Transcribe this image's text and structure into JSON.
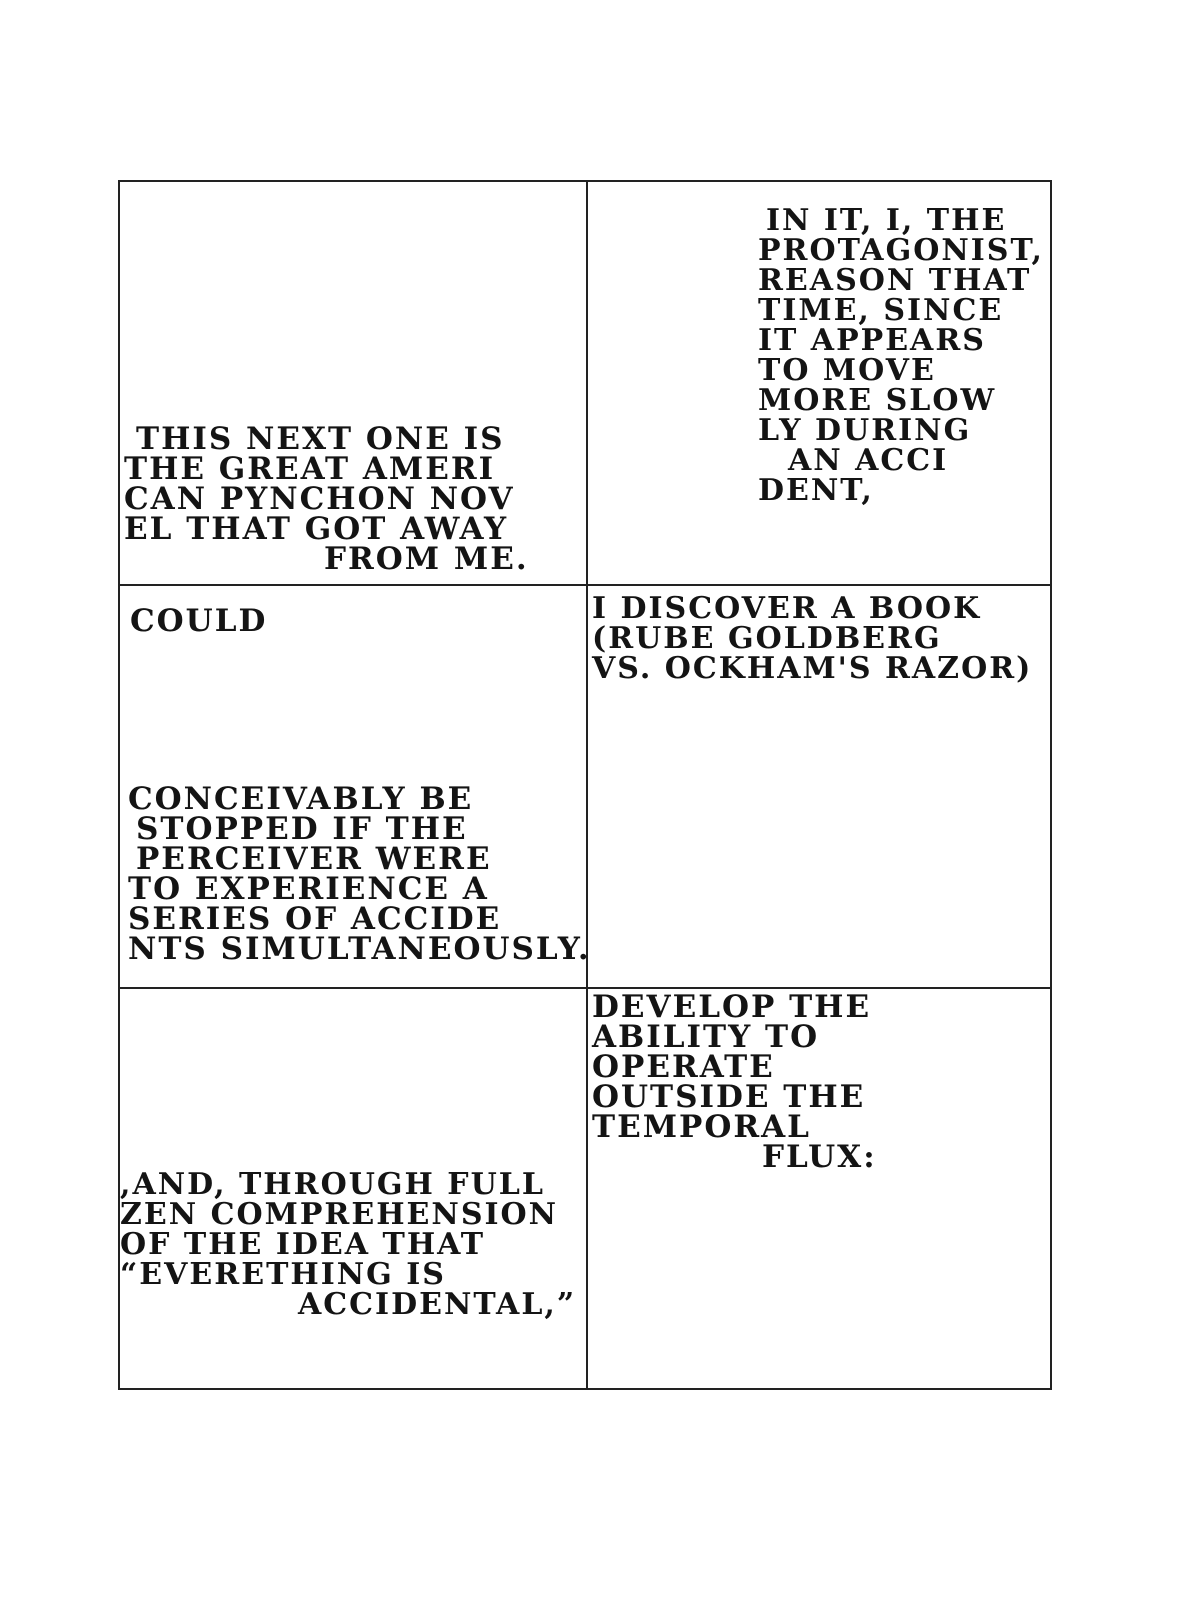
{
  "panels": [
    {
      "id": "p1",
      "lines": [
        "THIS NEXT ONE IS",
        "THE GREAT AMERI",
        "CAN PYNCHON NOV",
        "EL THAT GOT AWAY",
        "FROM ME."
      ]
    },
    {
      "id": "p2",
      "lines": [
        "IN IT, I, THE",
        "PROTAGONIST,",
        "REASON THAT",
        "TIME, SINCE",
        "IT APPEARS",
        "TO MOVE",
        "MORE SLOW",
        "LY DURING",
        "AN ACCI",
        "DENT,"
      ]
    },
    {
      "id": "p3",
      "lines": [
        "COULD"
      ]
    },
    {
      "id": "p4",
      "lines": [
        "I DISCOVER A BOOK",
        "(RUBE GOLDBERG",
        "VS. OCKHAM'S RAZOR)"
      ]
    },
    {
      "id": "p5",
      "lines": [
        "CONCEIVABLY BE",
        "STOPPED IF THE",
        "PERCEIVER WERE",
        "TO EXPERIENCE A",
        "SERIES OF ACCIDE",
        "NTS SIMULTANEOUSLY."
      ]
    },
    {
      "id": "p6",
      "lines": [
        "DEVELOP THE",
        "ABILITY TO",
        "OPERATE",
        "OUTSIDE THE",
        "TEMPORAL",
        "FLUX:"
      ]
    },
    {
      "id": "p7",
      "lines": [
        ",AND, THROUGH FULL",
        "ZEN COMPREHENSION",
        "OF THE IDEA THAT",
        "“EVERETHING IS",
        "ACCIDENTAL,”"
      ]
    }
  ]
}
